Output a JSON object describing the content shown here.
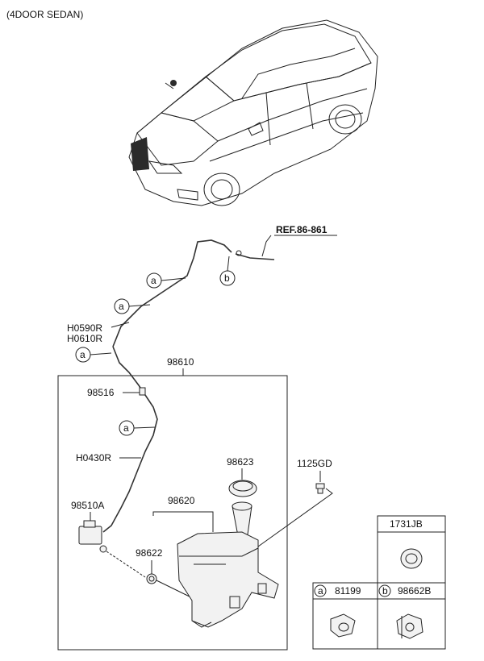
{
  "header": {
    "variant": "(4DOOR SEDAN)"
  },
  "reference": {
    "label": "REF.86-861"
  },
  "callouts": {
    "a": "a",
    "b": "b"
  },
  "parts": {
    "assembly": "98610",
    "hose_upper_1": "H0590R",
    "hose_upper_2": "H0610R",
    "connector": "98516",
    "hose_lower": "H0430R",
    "cap": "98623",
    "bolt": "1125GD",
    "reservoir": "98620",
    "pump": "98510A",
    "grommet": "98622"
  },
  "legend": {
    "plug": "1731JB",
    "clip_a_code": "81199",
    "clip_b_code": "98662B"
  }
}
